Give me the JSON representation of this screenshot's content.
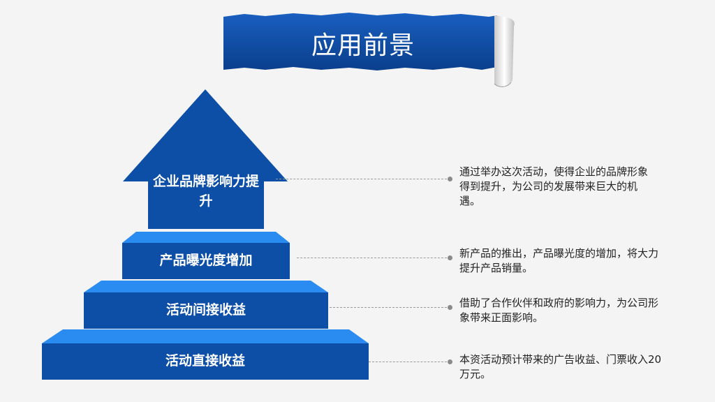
{
  "title": "应用前景",
  "colors": {
    "primary": "#0d4fa6",
    "primary_dark": "#0a3f8c",
    "primary_light": "#2a8cf0",
    "text": "#222222"
  },
  "levels": [
    {
      "label": "企业品牌影响力提升",
      "description": "通过举办这次活动，使得企业的品牌形象得到提升，为公司的发展带来巨大的机遇。"
    },
    {
      "label": "产品曝光度增加",
      "description": "新产品的推出，产品曝光度的增加，将大力提升产品销量。"
    },
    {
      "label": "活动间接收益",
      "description": "借助了合作伙伴和政府的影响力，为公司形象带来正面影响。"
    },
    {
      "label": "活动直接收益",
      "description": "本资活动预计带来的广告收益、门票收入20万元。"
    }
  ]
}
